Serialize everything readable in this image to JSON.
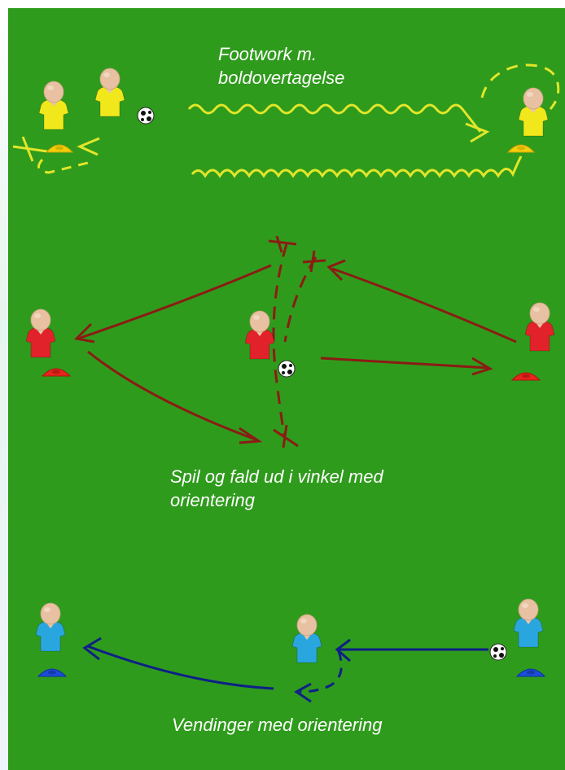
{
  "colors": {
    "field": "#2f9b1c",
    "yellow_team": "#f1e81c",
    "red_team": "#e2222a",
    "blue_team": "#2aa6df",
    "yellow_line": "#e2e62a",
    "red_line": "#8a1c14",
    "blue_line": "#0e1f87"
  },
  "drills": [
    {
      "caption_line1": "Footwork m.",
      "caption_line2": "boldovertagelse",
      "jersey": "yellow",
      "players": 3,
      "cones": 2,
      "balls": 1
    },
    {
      "caption_line1": "Spil og fald ud i vinkel med",
      "caption_line2": "orientering",
      "jersey": "red",
      "players": 3,
      "cones": 2,
      "balls": 1
    },
    {
      "caption_line1": "Vendinger med orientering",
      "caption_line2": "",
      "jersey": "blue",
      "players": 3,
      "cones": 2,
      "balls": 1
    }
  ],
  "icons": [
    "player-icon",
    "cone-icon",
    "ball-icon"
  ]
}
